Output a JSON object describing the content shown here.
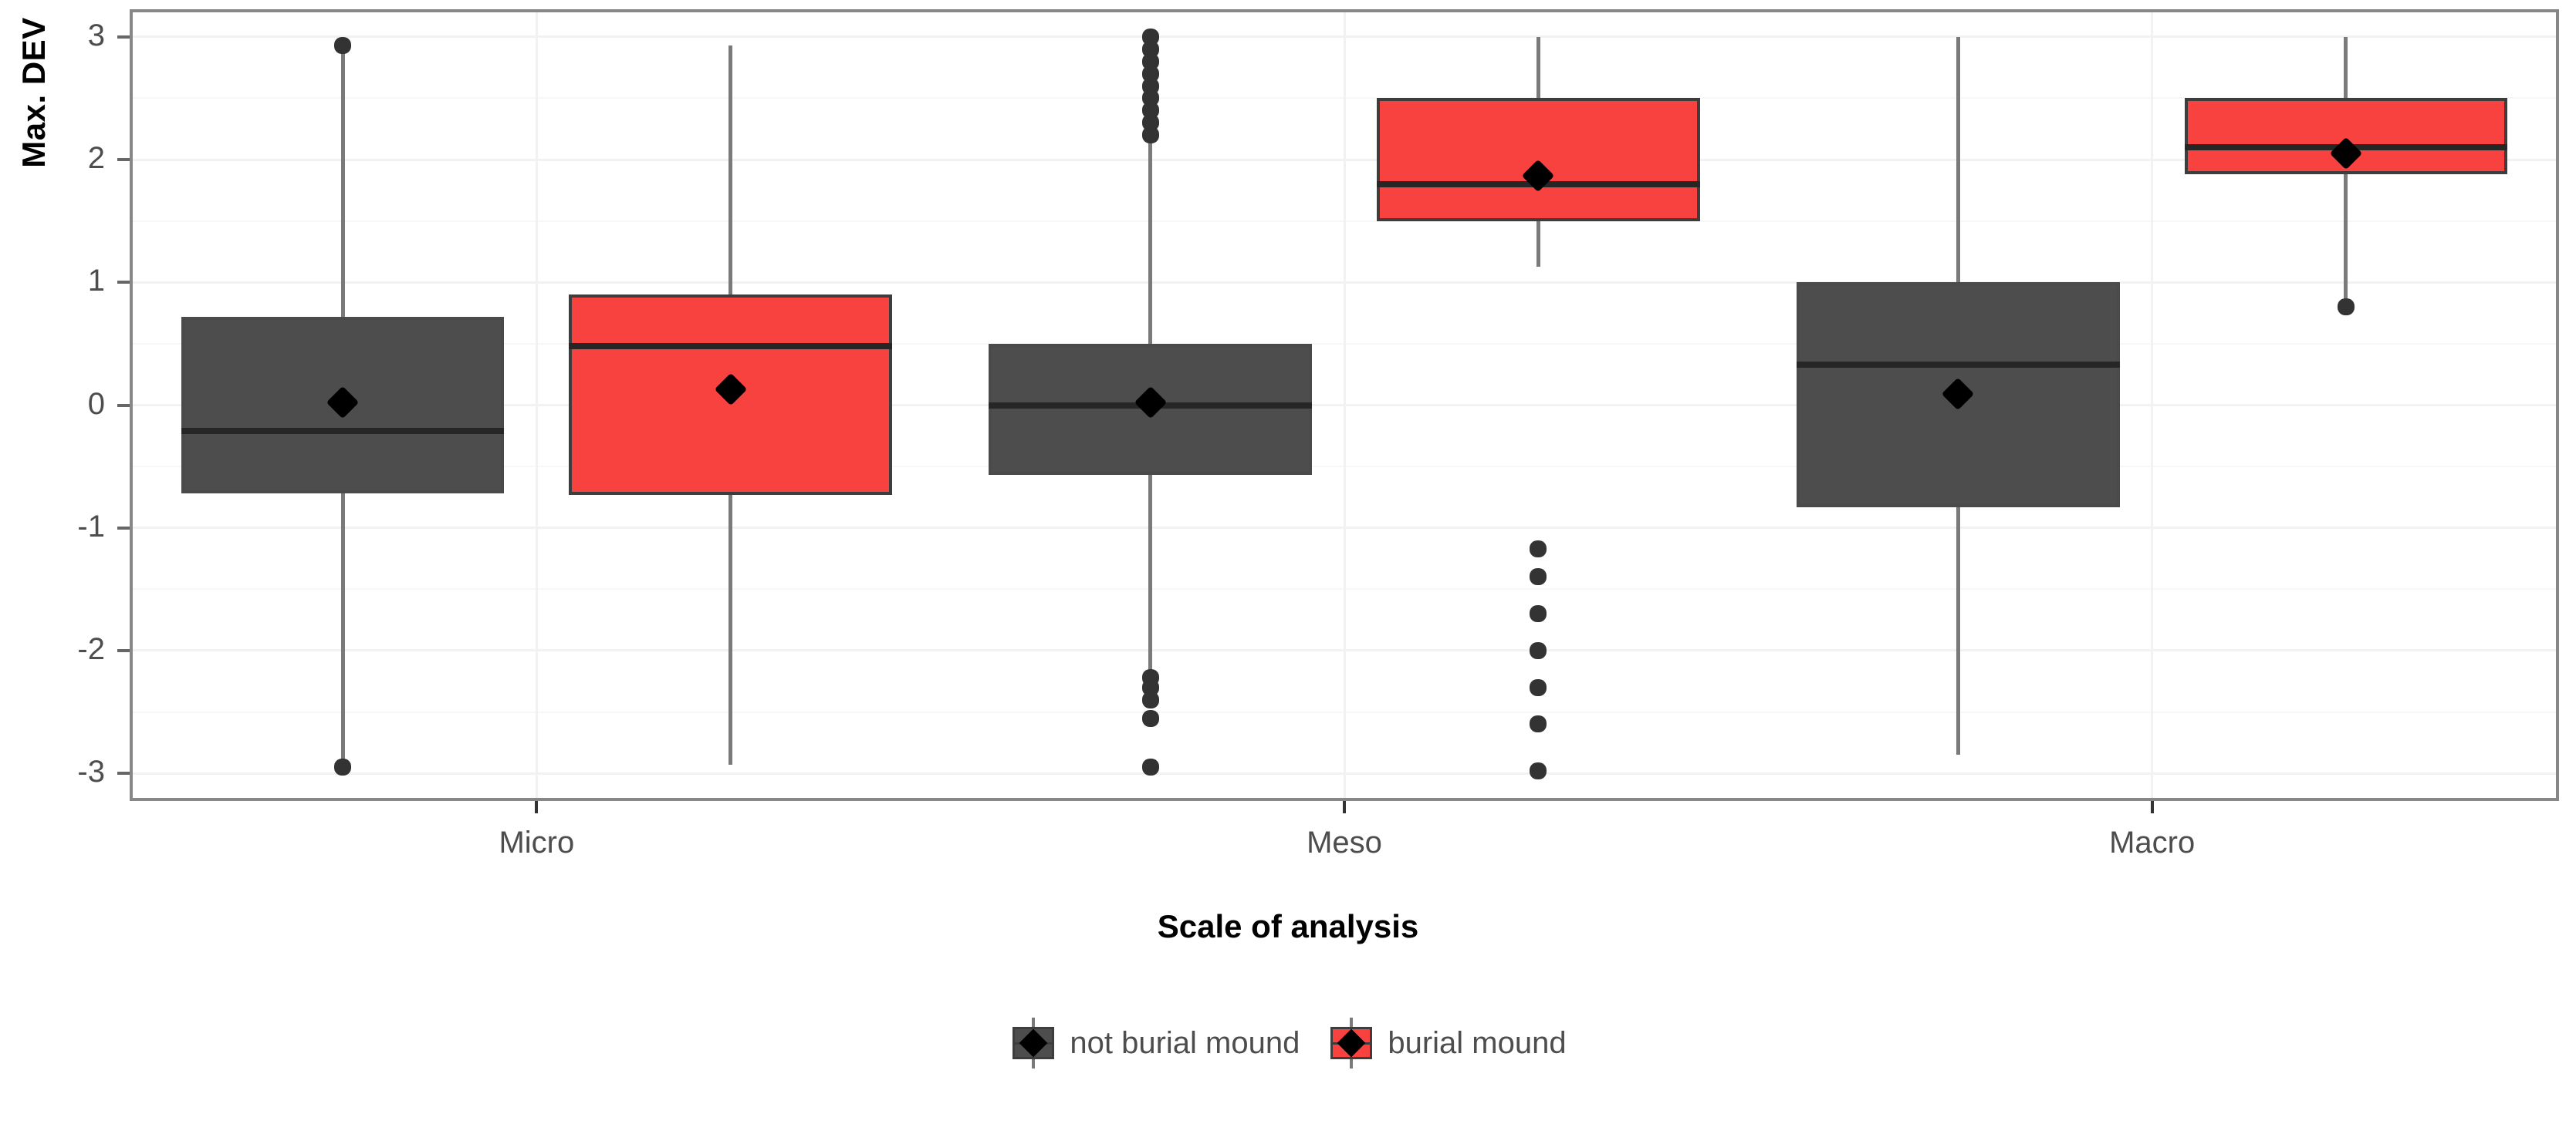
{
  "chart_data": {
    "type": "box",
    "title": "",
    "xlabel": "Scale of analysis",
    "ylabel": "Max. DEV",
    "categories": [
      "Micro",
      "Meso",
      "Macro"
    ],
    "ylim": [
      -3.2,
      3.2
    ],
    "yticks": [
      3,
      2,
      1,
      0,
      -1,
      -2,
      -3
    ],
    "ytick_labels": [
      "3",
      "2",
      "1",
      "0",
      "-1",
      "-2",
      "-3"
    ],
    "minor_gridlines": [
      2.5,
      1.5,
      0.5,
      -0.5,
      -1.5,
      -2.5
    ],
    "grid": true,
    "legend_position": "bottom",
    "legend": [
      {
        "name": "not burial mound",
        "color": "#4d4d4d"
      },
      {
        "name": "burial mound",
        "color": "#f8423f"
      }
    ],
    "series": [
      {
        "name": "not burial mound",
        "color": "#4d4d4d",
        "boxes": [
          {
            "category": "Micro",
            "whisker_low": -2.95,
            "q1": -0.72,
            "median": -0.21,
            "q3": 0.72,
            "whisker_high": 2.93,
            "mean": 0.02,
            "outliers": [
              2.93,
              -2.95
            ]
          },
          {
            "category": "Meso",
            "whisker_low": -2.2,
            "q1": -0.57,
            "median": 0.0,
            "q3": 0.5,
            "whisker_high": 2.17,
            "mean": 0.02,
            "outliers": [
              3.0,
              2.9,
              2.8,
              2.7,
              2.6,
              2.5,
              2.4,
              2.3,
              2.2,
              -2.22,
              -2.3,
              -2.4,
              -2.55,
              -2.95
            ]
          },
          {
            "category": "Macro",
            "whisker_low": -2.85,
            "q1": -0.83,
            "median": 0.33,
            "q3": 1.0,
            "whisker_high": 3.0,
            "mean": 0.09,
            "outliers": []
          }
        ]
      },
      {
        "name": "burial mound",
        "color": "#f8423f",
        "boxes": [
          {
            "category": "Micro",
            "whisker_low": -2.93,
            "q1": -0.73,
            "median": 0.48,
            "q3": 0.9,
            "whisker_high": 2.93,
            "mean": 0.13,
            "outliers": []
          },
          {
            "category": "Meso",
            "whisker_low": 1.13,
            "q1": 1.5,
            "median": 1.8,
            "q3": 2.5,
            "whisker_high": 3.0,
            "mean": 1.87,
            "outliers": [
              -1.17,
              -1.4,
              -1.7,
              -2.0,
              -2.3,
              -2.6,
              -2.98
            ]
          },
          {
            "category": "Macro",
            "whisker_low": 0.8,
            "q1": 1.88,
            "median": 2.1,
            "q3": 2.5,
            "whisker_high": 3.0,
            "mean": 2.05,
            "outliers": [
              0.8
            ]
          }
        ]
      }
    ]
  },
  "axis": {
    "y_title": "Max. DEV",
    "x_title": "Scale of analysis",
    "y_tick_labels": [
      "3",
      "2",
      "1",
      "0",
      "-1",
      "-2",
      "-3"
    ],
    "x_tick_labels": [
      "Micro",
      "Meso",
      "Macro"
    ]
  },
  "legend": {
    "items": [
      {
        "label": "not burial mound",
        "swatch": "#4d4d4d"
      },
      {
        "label": "burial mound",
        "swatch": "#f8423f"
      }
    ]
  },
  "colors": {
    "not_burial_mound": "#4d4d4d",
    "burial_mound": "#f8423f",
    "panel_border": "#878787",
    "gridline_major": "#f2f2f2",
    "gridline_minor": "#f7f7f7",
    "tick_text": "#4d4d4d"
  }
}
